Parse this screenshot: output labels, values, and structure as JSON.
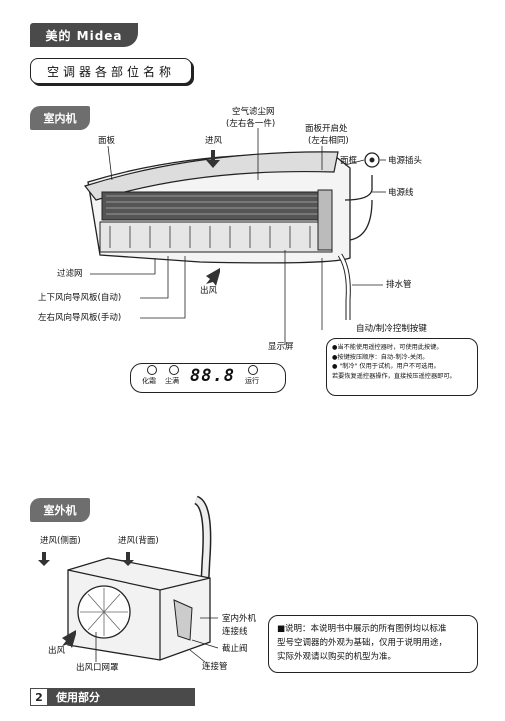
{
  "brand": {
    "text": "美的 Midea"
  },
  "title": "空调器各部位名称",
  "indoor": {
    "section_label": "室内机",
    "labels": {
      "air_filter": "空气滤尘网",
      "air_filter_sub": "(左右各一件)",
      "panel": "面板",
      "air_in": "进风",
      "panel_open": "面板开启处",
      "panel_open_sub": "(左右相同)",
      "frame": "面框",
      "plug": "电源插头",
      "power_cord": "电源线",
      "filter_net": "过滤网",
      "air_out": "出风",
      "vertical_louver": "上下风向导风板(自动)",
      "horizontal_louver": "左右风向导风板(手动)",
      "drain_pipe": "排水管",
      "auto_cool_button": "自动/制冷控制按键",
      "display": "显示屏"
    },
    "notes": [
      "●当不能使用遥控器时，可使用此按键。",
      "●按键按压顺序：自动-制冷-关闭。",
      "● \"制冷\" 仅用于试机，用户不可选用。",
      "若要恢复遥控器操作，直接按压遥控器即可。"
    ],
    "display_panel": {
      "ind1": "化霜",
      "ind2": "尘满",
      "digits": "88.8",
      "ind3": "运行"
    }
  },
  "outdoor": {
    "section_label": "室外机",
    "labels": {
      "air_in_side": "进风(侧面)",
      "air_in_back": "进风(背面)",
      "air_out": "出风",
      "outlet_grille": "出风口网罩",
      "connecting_wire_1": "室内外机",
      "connecting_wire_2": "连接线",
      "stop_valve": "截止阀",
      "connecting_pipe": "连接管"
    }
  },
  "info": {
    "lines": [
      "■说明：本说明书中展示的所有图例均以标准",
      "型号空调器的外观为基础，仅用于说明用途，",
      "实际外观请以购买的机型为准。"
    ]
  },
  "footer": {
    "page_number": "2",
    "label": "使用部分"
  }
}
